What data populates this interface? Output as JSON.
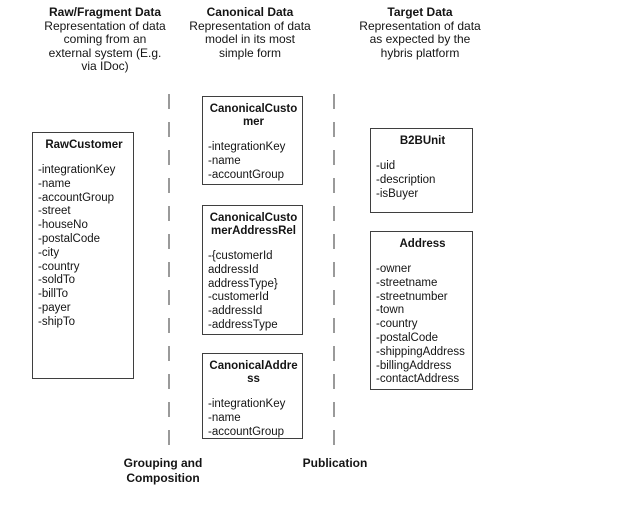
{
  "columns": [
    {
      "title": "Raw/Fragment Data",
      "subtitle": "Representation of data\ncoming from an\nexternal system (E.g.\nvia IDoc)"
    },
    {
      "title": "Canonical Data",
      "subtitle": "Representation of data\nmodel in its most\nsimple form"
    },
    {
      "title": "Target Data",
      "subtitle": "Representation of data\nas expected by the\nhybris platform"
    }
  ],
  "boxes": {
    "raw_customer": {
      "title": "RawCustomer",
      "attrs": [
        "-integrationKey",
        "-name",
        "-accountGroup",
        "-street",
        "-houseNo",
        "-postalCode",
        "-city",
        "-country",
        "-soldTo",
        "-billTo",
        "-payer",
        "-shipTo"
      ]
    },
    "canonical_customer": {
      "title": "CanonicalCustomer",
      "attrs": [
        "-integrationKey",
        "-name",
        "-accountGroup"
      ]
    },
    "canonical_customer_address_rel": {
      "title": "CanonicalCustomerAddressRel",
      "attrs": [
        "-{customerId",
        "addressId",
        "addressType}",
        "-customerId",
        "-addressId",
        "-addressType"
      ]
    },
    "canonical_address": {
      "title": "CanonicalAddress",
      "attrs": [
        "-integrationKey",
        "-name",
        "-accountGroup"
      ]
    },
    "b2b_unit": {
      "title": "B2BUnit",
      "attrs": [
        "-uid",
        "-description",
        "-isBuyer"
      ]
    },
    "address": {
      "title": "Address",
      "attrs": [
        "-owner",
        "-streetname",
        "-streetnumber",
        "-town",
        "-country",
        "-postalCode",
        "-shippingAddress",
        "-billingAddress",
        "-contactAddress"
      ]
    }
  },
  "footer": {
    "grouping_label": "Grouping and\nComposition",
    "publication_label": "Publication"
  },
  "colors": {
    "text": "#141414",
    "box_border": "#3f3f3f",
    "dashed_line": "#9a9a9a",
    "background": "#ffffff"
  }
}
